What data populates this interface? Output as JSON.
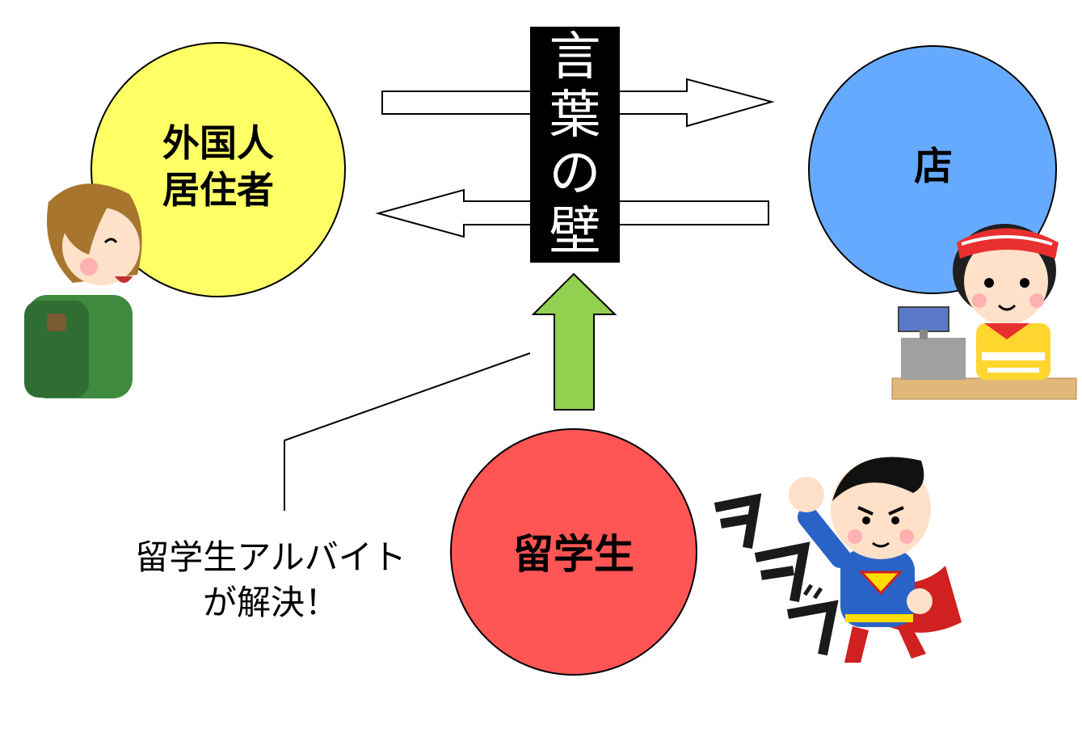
{
  "nodes": {
    "foreign_residents": {
      "label": "外国人\n居住者",
      "color": "#ffff66"
    },
    "shop": {
      "label": "店",
      "color": "#66aaff"
    },
    "student": {
      "label": "留学生",
      "color": "#ff5555"
    }
  },
  "barrier": {
    "label": "言\n葉\nの\n壁"
  },
  "callout": {
    "text": "留学生アルバイト\nが解決！"
  },
  "colors": {
    "arrow_up": "#92d050",
    "barrier_bg": "#000000",
    "barrier_text": "#ffffff"
  },
  "illustrations": [
    "traveler-with-backpack",
    "shop-clerk-at-register",
    "superhero-flying"
  ]
}
